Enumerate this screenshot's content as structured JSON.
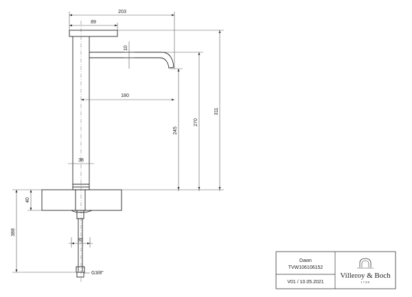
{
  "dimensions": {
    "total_reach": "203",
    "top_cap_width": "89",
    "spout_thickness": "10",
    "spout_projection": "180",
    "outlet_height": "245",
    "spout_top_height": "270",
    "overall_height": "311",
    "body_diameter": "38",
    "base_height": "40",
    "connection_width": "35",
    "under_length": "388",
    "thread": "G3/8\""
  },
  "title_block": {
    "product_name": "Dawn",
    "article_number": "TVW106106152",
    "revision": "V01 / 10.05.2021",
    "brand": "Villeroy & Boch",
    "brand_year": "1748"
  }
}
